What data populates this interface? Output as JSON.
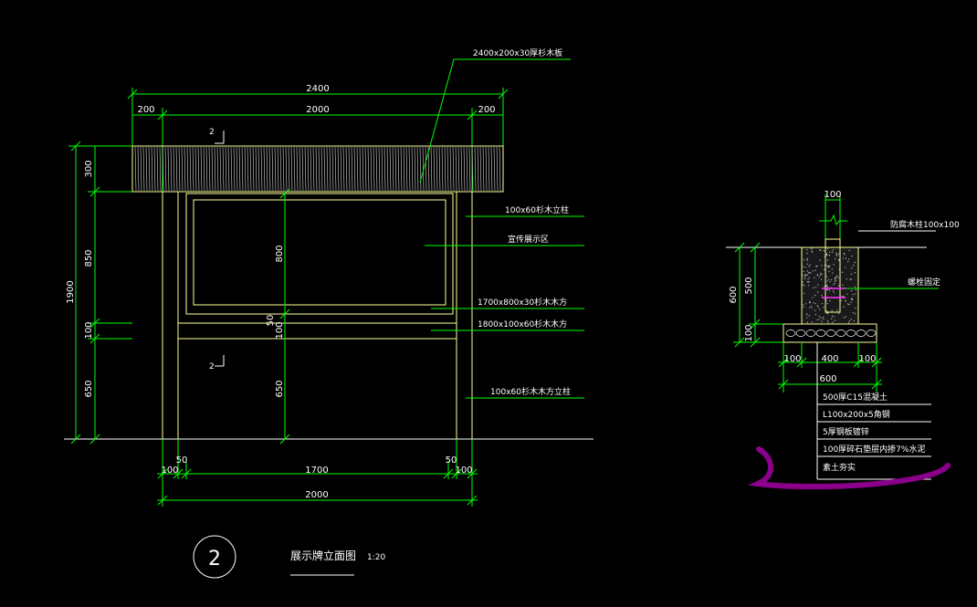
{
  "colors": {
    "background": "#000000",
    "dimension": "#00ff00",
    "outline": "#ffff99",
    "text": "#ffffff",
    "markup": "#8b008b",
    "rebar": "#ff33ff"
  },
  "elevation": {
    "top_dims": {
      "overall": "2400",
      "left": "200",
      "middle": "2000",
      "right": "200"
    },
    "left_dims": {
      "overall": "1900",
      "d1": "300",
      "d2": "850",
      "d3": "100",
      "d4": "650"
    },
    "inner_dims": {
      "panel_h": "800",
      "gap": "50",
      "beam": "100",
      "leg": "650"
    },
    "bottom_dims": {
      "l1": "100",
      "l2": "50",
      "mid": "1700",
      "r2": "50",
      "r1": "100",
      "overall": "2000"
    },
    "section_marks": {
      "top": "2",
      "mid": "2"
    },
    "labels": [
      "2400x200x30厚杉木板",
      "100x60杉木立柱",
      "宣传展示区",
      "1700x800x30杉木木方",
      "1800x100x60杉木木方",
      "100x60杉木木方立柱"
    ],
    "title": {
      "number": "2",
      "name": "展示牌立面图",
      "scale": "1:20"
    }
  },
  "section": {
    "post_width": "100",
    "ground_label": "防腐木柱100x100",
    "bolt_label": "螺栓固定",
    "dims": {
      "overall": "600",
      "footing": "500",
      "base": "100"
    },
    "bottom_dims": {
      "a": "100",
      "b": "400",
      "c": "100",
      "overall": "600"
    },
    "layers": [
      "500厚C15混凝土",
      "L100x200x5角钢",
      "5厚钢板镀锌",
      "100厚碎石垫层内掺7%水泥",
      "素土夯实"
    ]
  }
}
